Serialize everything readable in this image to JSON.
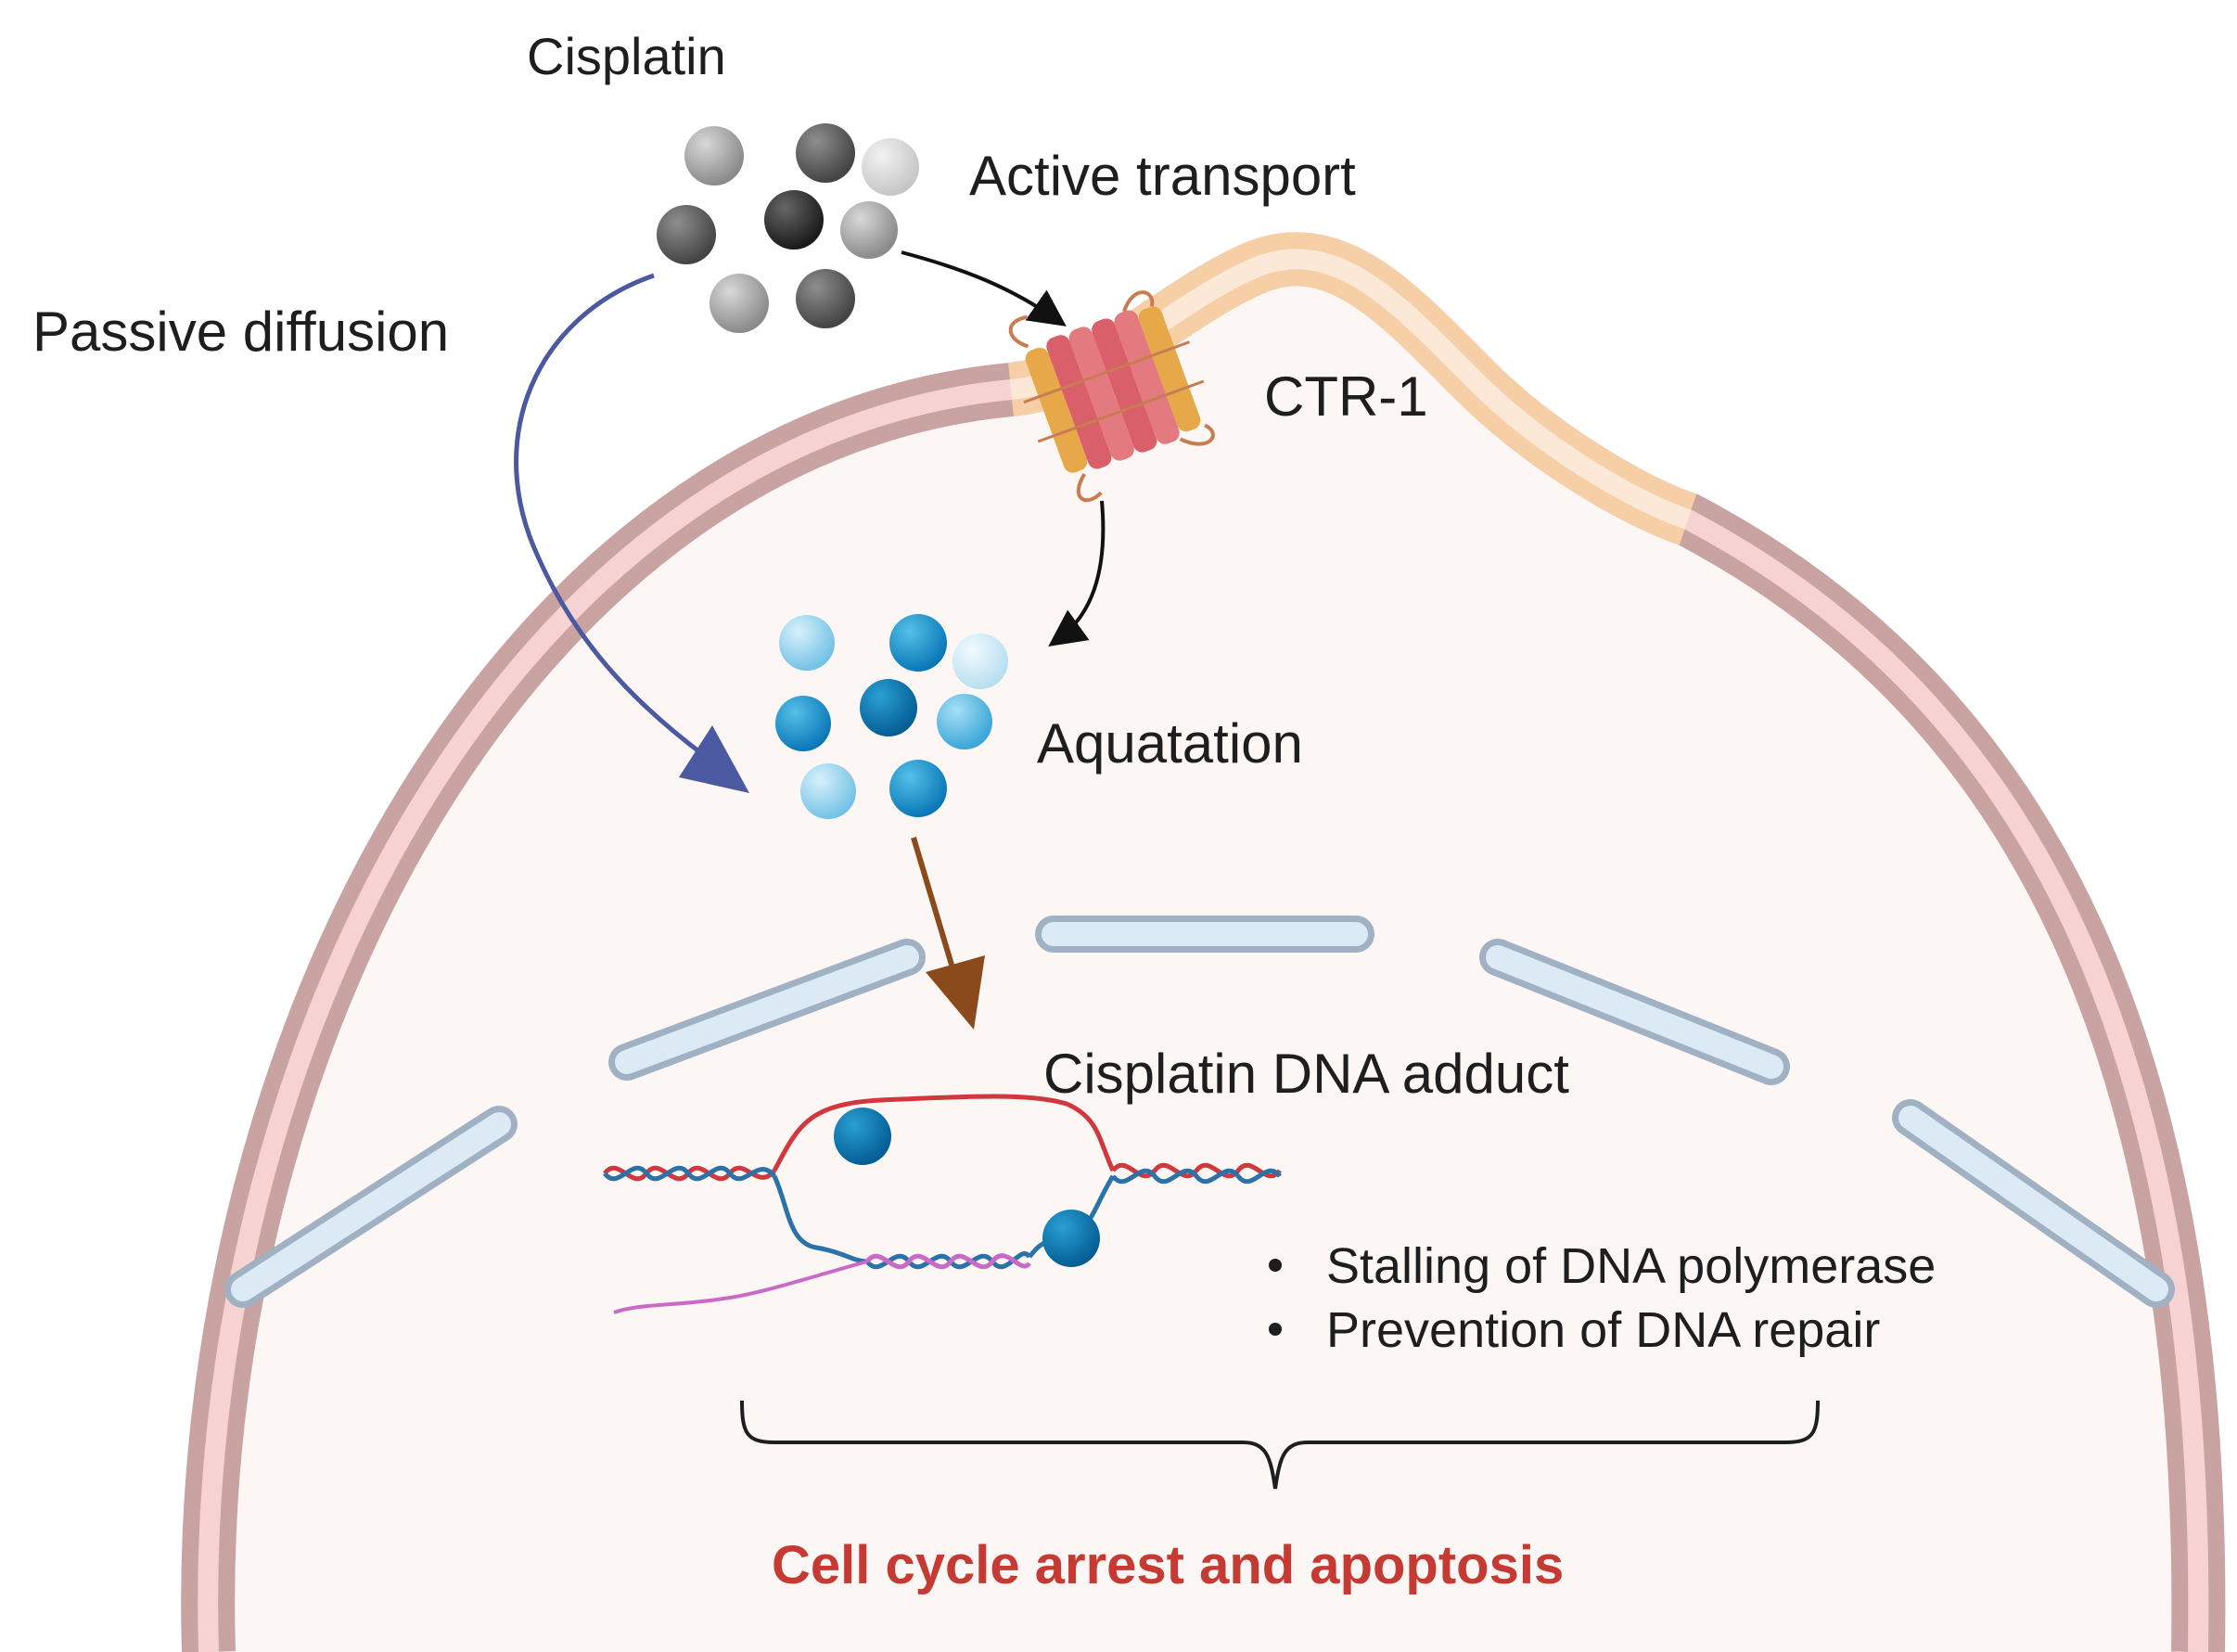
{
  "labels": {
    "cisplatin": "Cisplatin",
    "active_transport": "Active transport",
    "passive_diffusion": "Passive diffusion",
    "ctr1": "CTR-1",
    "aquatation": "Aquatation",
    "dna_adduct": "Cisplatin DNA adduct",
    "outcome": "Cell cycle arrest and apoptosis"
  },
  "bullets": [
    "Stalling of DNA polymerase",
    "Prevention of DNA repair"
  ],
  "colors": {
    "membrane_outer": "#c9a2a2",
    "membrane_inner": "#f6d2d2",
    "raft": "#f6d2a8",
    "cytoplasm": "#fcf6f5",
    "nuclear_envelope": "#dbeaf4",
    "nuclear_envelope_stroke": "#9fb1c2",
    "passive_arrow": "#4b5aa0",
    "brown_arrow": "#8b4a1c",
    "dna_red": "#d0383e",
    "dna_blue": "#2a72a8",
    "dna_pink": "#c96ac6",
    "outcome_text": "#c53a32"
  }
}
